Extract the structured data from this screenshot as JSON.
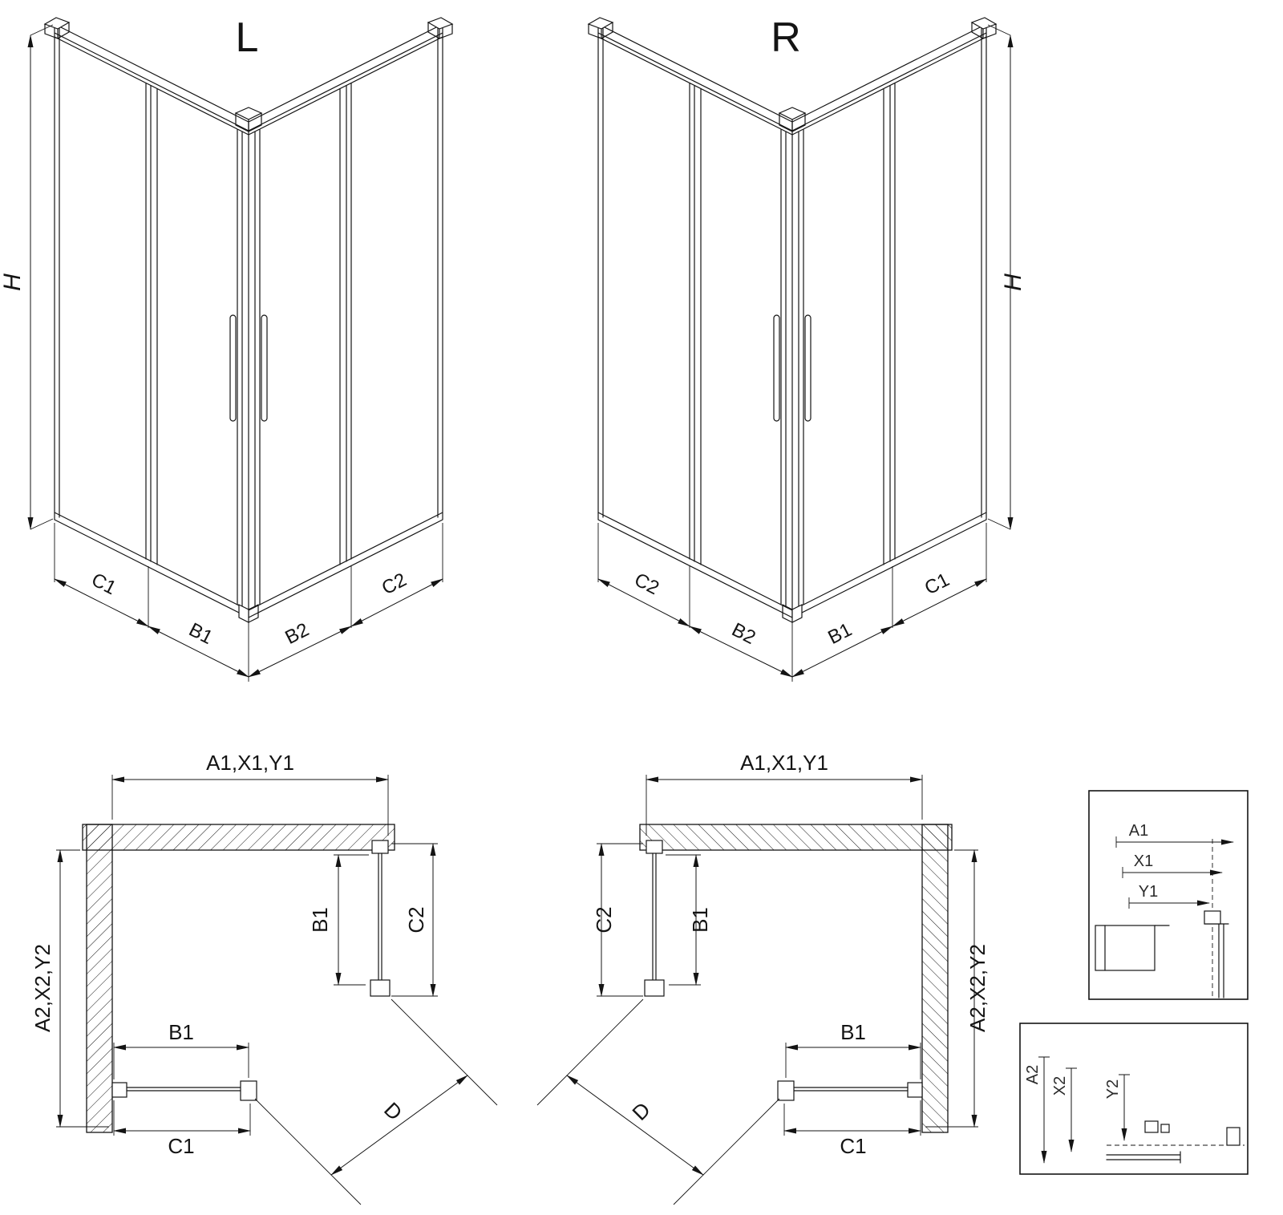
{
  "figure": {
    "iso_left": {
      "title": "L",
      "height_label": "H",
      "dim_c1": "C1",
      "dim_b1": "B1",
      "dim_b2": "B2",
      "dim_c2": "C2"
    },
    "iso_right": {
      "title": "R",
      "height_label": "H",
      "dim_c1": "C1",
      "dim_b1": "B1",
      "dim_b2": "B2",
      "dim_c2": "C2"
    },
    "plan_left": {
      "dim_width": "A1,X1,Y1",
      "dim_depth": "A2,X2,Y2",
      "dim_side_door": "B1",
      "dim_side_total": "C2",
      "dim_front_door": "B1",
      "dim_front_total": "C1",
      "dim_diagonal": "D"
    },
    "plan_right": {
      "dim_width": "A1,X1,Y1",
      "dim_depth": "A2,X2,Y2",
      "dim_side_door": "B1",
      "dim_side_total": "C2",
      "dim_front_door": "B1",
      "dim_front_total": "C1",
      "dim_diagonal": "D"
    },
    "detail_width": {
      "dim_a1": "A1",
      "dim_x1": "X1",
      "dim_y1": "Y1"
    },
    "detail_depth": {
      "dim_a2": "A2",
      "dim_x2": "X2",
      "dim_y2": "Y2"
    }
  }
}
